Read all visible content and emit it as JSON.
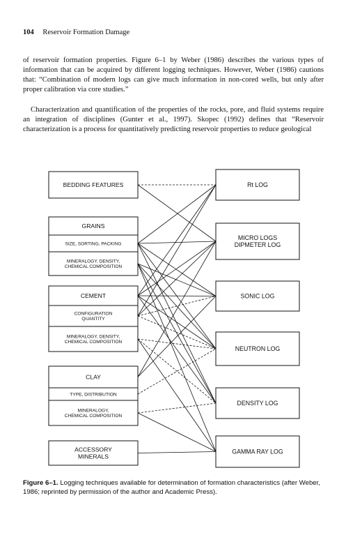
{
  "page": {
    "number": "104",
    "running_title": "Reservoir Formation Damage"
  },
  "body": {
    "paragraph1": "of reservoir formation properties. Figure 6–1 by Weber (1986) describes the various types of information that can be acquired by different logging techniques. However, Weber (1986) cautions that: “Combination of modern logs can give much information in non-cored wells, but only after proper calibration via core studies.”",
    "paragraph2": "Characterization and quantification of the properties of the rocks, pore, and fluid systems require an integration of disciplines (Gunter et al., 1997). Skopec (1992) defines that “Reservoir characterization is a process for quantitatively predicting reservoir properties to reduce geological"
  },
  "figure": {
    "left_groups": [
      {
        "id": "bedding",
        "rows": [
          "BEDDING FEATURES"
        ]
      },
      {
        "id": "grains",
        "rows": [
          "GRAINS",
          "SIZE, SORTING, PACKING",
          "MINERALOGY, DENSITY,\nCHEMICAL COMPOSITION"
        ]
      },
      {
        "id": "cement",
        "rows": [
          "CEMENT",
          "CONFIGURATION\nQUANTITY",
          "MINERALOGY, DENSITY,\nCHEMICAL COMPOSITION"
        ]
      },
      {
        "id": "clay",
        "rows": [
          "CLAY",
          "TYPE, DISTRIBUTION",
          "MINERALOGY,\nCHEMICAL COMPOSITION"
        ]
      },
      {
        "id": "accessory",
        "rows": [
          "ACCESSORY\nMINERALS"
        ]
      }
    ],
    "right_boxes": [
      {
        "id": "rt",
        "label": "Rt LOG"
      },
      {
        "id": "micro",
        "label": "MICRO LOGS\nDIPMETER LOG"
      },
      {
        "id": "sonic",
        "label": "SONIC LOG"
      },
      {
        "id": "neutron",
        "label": "NEUTRON LOG"
      },
      {
        "id": "density",
        "label": "DENSITY LOG"
      },
      {
        "id": "gamma",
        "label": "GAMMA RAY LOG"
      }
    ],
    "connections": [
      {
        "from": "bedding.0",
        "to": "rt",
        "style": "dashed"
      },
      {
        "from": "bedding.0",
        "to": "micro",
        "style": "solid"
      },
      {
        "from": "grains.1",
        "to": "rt",
        "style": "solid"
      },
      {
        "from": "grains.1",
        "to": "micro",
        "style": "solid"
      },
      {
        "from": "grains.1",
        "to": "sonic",
        "style": "solid"
      },
      {
        "from": "grains.1",
        "to": "neutron",
        "style": "solid"
      },
      {
        "from": "grains.1",
        "to": "density",
        "style": "solid"
      },
      {
        "from": "grains.2",
        "to": "sonic",
        "style": "solid"
      },
      {
        "from": "grains.2",
        "to": "neutron",
        "style": "solid"
      },
      {
        "from": "grains.2",
        "to": "density",
        "style": "solid"
      },
      {
        "from": "grains.2",
        "to": "gamma",
        "style": "solid"
      },
      {
        "from": "cement.0",
        "to": "rt",
        "style": "solid"
      },
      {
        "from": "cement.0",
        "to": "micro",
        "style": "solid"
      },
      {
        "from": "cement.0",
        "to": "sonic",
        "style": "solid"
      },
      {
        "from": "cement.0",
        "to": "neutron",
        "style": "solid"
      },
      {
        "from": "cement.0",
        "to": "density",
        "style": "solid"
      },
      {
        "from": "cement.1",
        "to": "rt",
        "style": "solid"
      },
      {
        "from": "cement.1",
        "to": "micro",
        "style": "solid"
      },
      {
        "from": "cement.1",
        "to": "sonic",
        "style": "dashed"
      },
      {
        "from": "cement.1",
        "to": "neutron",
        "style": "dashed"
      },
      {
        "from": "cement.2",
        "to": "neutron",
        "style": "dashed"
      },
      {
        "from": "cement.2",
        "to": "density",
        "style": "dashed"
      },
      {
        "from": "cement.2",
        "to": "gamma",
        "style": "solid"
      },
      {
        "from": "clay.0",
        "to": "micro",
        "style": "solid"
      },
      {
        "from": "clay.0",
        "to": "sonic",
        "style": "solid"
      },
      {
        "from": "clay.1",
        "to": "neutron",
        "style": "dashed"
      },
      {
        "from": "clay.2",
        "to": "density",
        "style": "dashed"
      },
      {
        "from": "clay.2",
        "to": "gamma",
        "style": "solid"
      },
      {
        "from": "accessory.0",
        "to": "gamma",
        "style": "solid"
      }
    ]
  },
  "caption": {
    "label": "Figure 6–1.",
    "text": "Logging techniques available for determination of formation characteristics (after Weber, 1986; reprinted by permission of the author and Academic Press)."
  }
}
